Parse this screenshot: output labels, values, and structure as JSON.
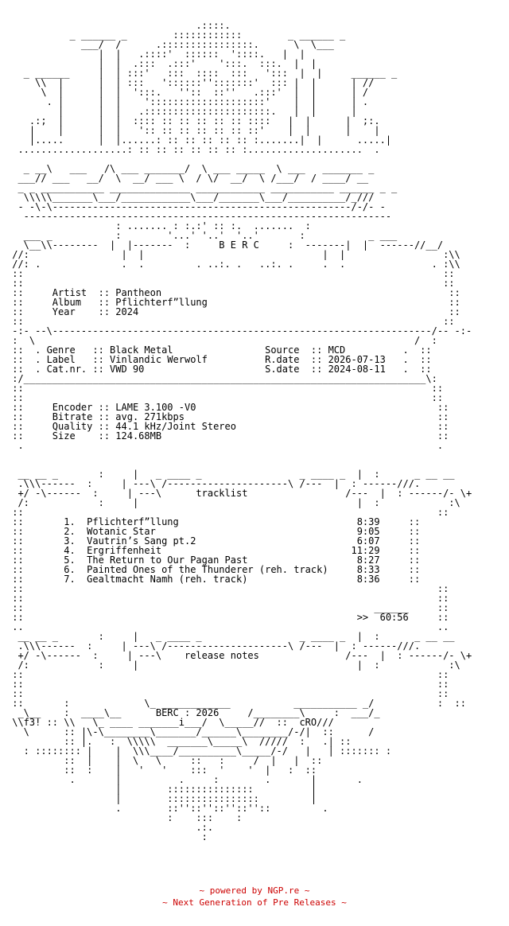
{
  "art": {
    "header_lines": [
      "                                 .::::.",
      "           _ ______ _        ::::::::::::        _ ______ _",
      "             ___/  /      .::::::::::::::::.      \\  \\___",
      "                |  |   .::::'  ::::::  '::::.   |  |",
      "                |  |  .:::  .:::'    ':::.  :::.  |  |",
      "   _ ______     |  | :::'   :::  ::::  :::   ':::  |  |     ______ _",
      "     \\\\  |      |  | :::   '::::::'':::::::'  ::: |  |      | //",
      "      \\  |      |  |  ':::.   ''::  ::''   .:::'  |  |      | /",
      "       . |      |  |    '::::::::::::::::::::'    |  |      | .",
      "         |      |  |   .::::::::::::::::::::::.   |  |      |",
      "    .:;  |      |  |  :::: :: :: :: :: :: ::::   |  |      |  ;:.",
      "    |    |      |  |   ':: :: :: :: :: :: ::'    |  |      |    |",
      "    |.....      |  |......: :: :: :: :: :: :.......|  |      .....|",
      "  ...................: :: :: :: :: :: :: :....................  .",
      "",
      "   _ __\\   ___   /\\ ___ _______/  \\ ___ _____  \\ ___   _______ _",
      "  ___// ___   __/  \\  __/ ___ \\  / \\/  __/  \\ /___/  / ____/ __",
      "  _ _ ___________ ______________ ____________ ___________ ______ _ _",
      "   \\\\\\\\\\_______\\___/____________\\___/_______\\___/__________/_///",
      "  - -\\-\\----------------------------------------------------/-/- -",
      "   ----------------------------------------------------------------",
      "                   : ....... : :.:' :: :.  .......  :",
      "   ___ _           :        '...' '..'  '..'       :           _ ___",
      "   \\__\\\\--------  |  |-------  :     B E R C     :  -------|  |  ------//__/",
      " //:                |  |                               |  |                 :\\\\",
      " //: .              .  .         . ..:. .   ..:. .     .  .               . :\\\\",
      " ::                                                                         ::"
    ],
    "info_lines_top": [
      {
        "label": "Artist",
        "sep": "::",
        "value": "Pantheon"
      },
      {
        "label": "Album ",
        "sep": "::",
        "value": "Pflichterf”llung"
      },
      {
        "label": "Year  ",
        "sep": "::",
        "value": "2024"
      }
    ],
    "separator_top": " -:- --\\------------------------------------------------------------------/-- -:-",
    "details": [
      {
        "left_label": "Genre ",
        "left_value": "Black Metal",
        "right_label": "Source",
        "right_value": "MCD"
      },
      {
        "left_label": "Label ",
        "left_value": "Vinlandic Werwolf",
        "right_label": "R.date",
        "right_value": "2026-07-13"
      },
      {
        "left_label": "Cat.nr.",
        "left_value": "VWD 90",
        "right_label": "S.date",
        "right_value": "2024-08-11"
      }
    ],
    "encoding": [
      {
        "label": "Encoder",
        "value": "LAME 3.100 -V0"
      },
      {
        "label": "Bitrate",
        "value": "avg. 271kbps"
      },
      {
        "label": "Quality",
        "value": "44.1 kHz/Joint Stereo"
      },
      {
        "label": "Size   ",
        "value": "124.68MB"
      }
    ],
    "tracklist_title": "tracklist",
    "tracks": [
      {
        "num": "1.",
        "title": "Pflichterf”llung",
        "time": "8:39"
      },
      {
        "num": "2.",
        "title": "Wotanic Star",
        "time": "9:05"
      },
      {
        "num": "3.",
        "title": "Vautrin’s Sang pt.2",
        "time": "6:07"
      },
      {
        "num": "4.",
        "title": "Ergriffenheit",
        "time": "11:29"
      },
      {
        "num": "5.",
        "title": "The Return to Our Pagan Past",
        "time": "8:27"
      },
      {
        "num": "6.",
        "title": "Painted Ones of the Thunderer (reh. track)",
        "time": "8:33"
      },
      {
        "num": "7.",
        "title": "Gealtmacht Namh (reh. track)",
        "time": "8:36"
      }
    ],
    "total_line": "______",
    "total_prefix": ">>",
    "total": "60:56",
    "release_notes_title": "release notes",
    "signature_left": "f3!",
    "signature_mid": "BERC : 2026",
    "signature_right": "cRO"
  },
  "footer": {
    "line1": "~ powered by NGP.re ~",
    "line2": "~ Next Generation of Pre Releases ~",
    "color": "#cc0000"
  }
}
